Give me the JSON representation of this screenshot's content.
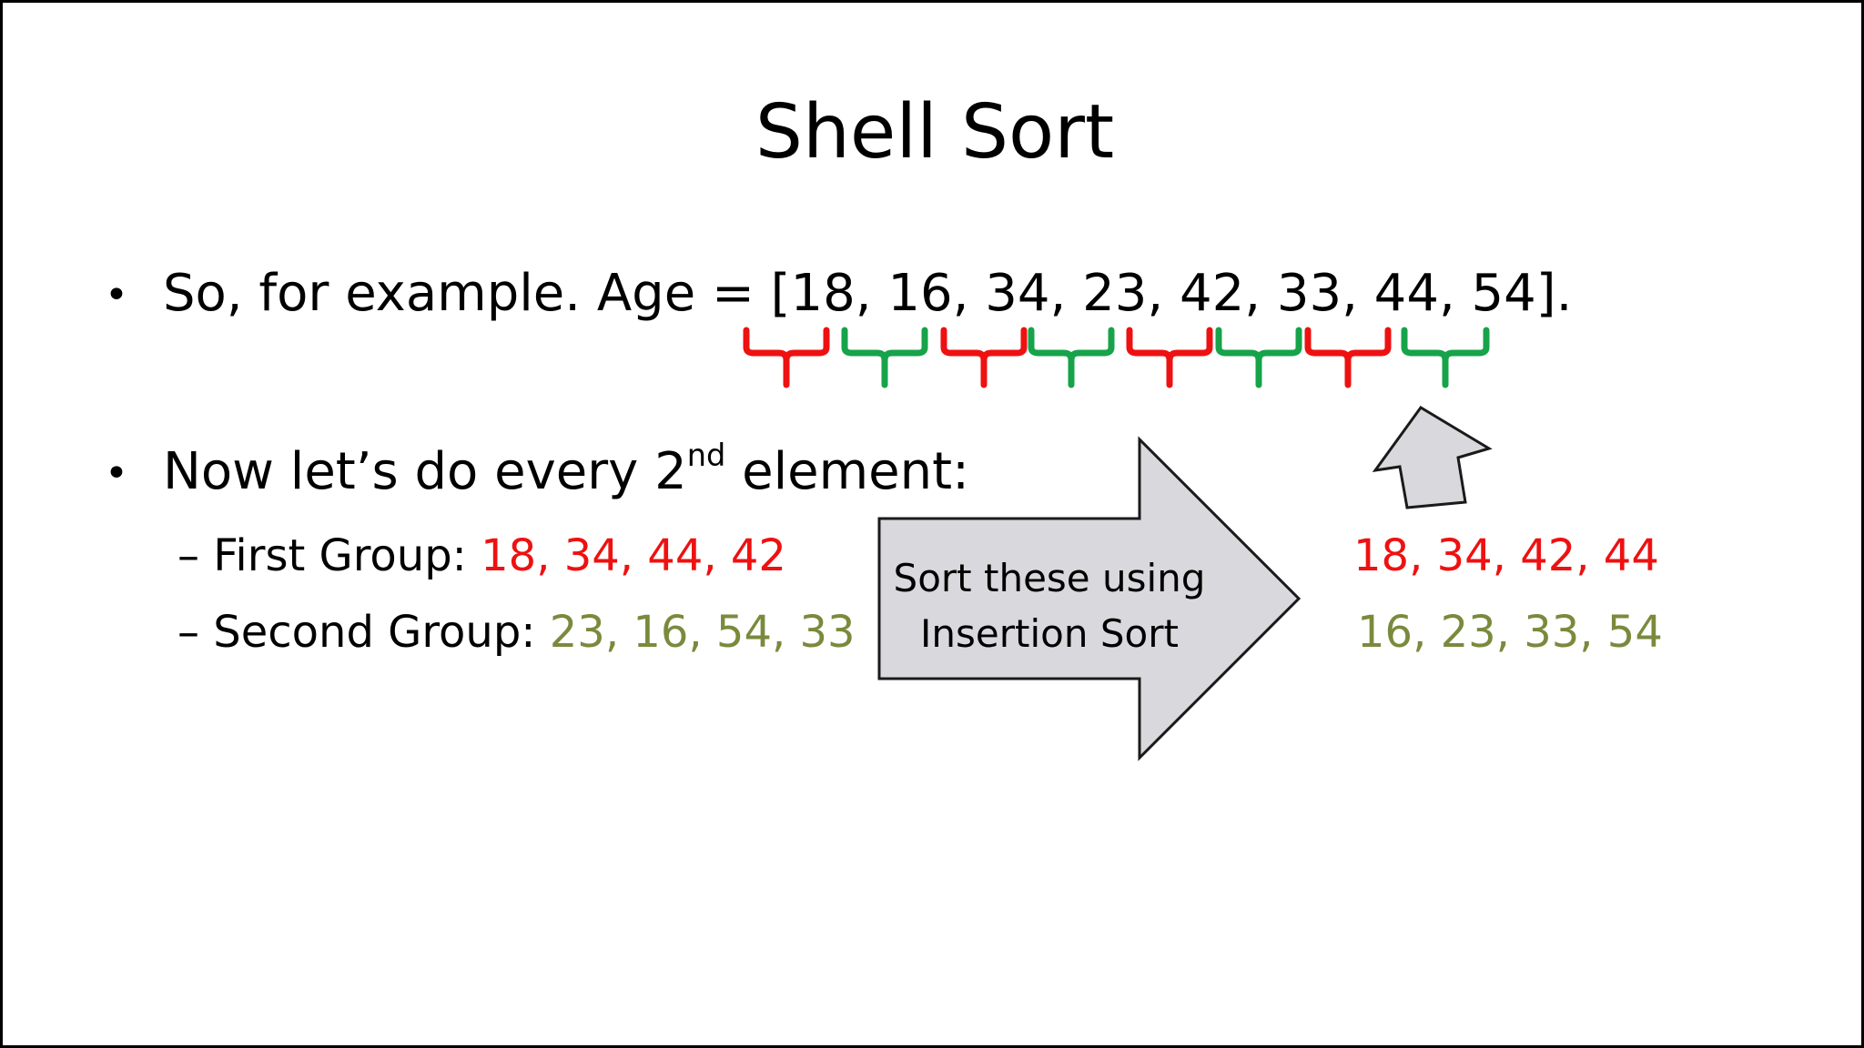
{
  "slide": {
    "title": "Shell Sort",
    "bullet1": {
      "marker": "•",
      "text": "So, for example. Age = [18, 16, 34, 23, 42, 33, 44, 54]."
    },
    "bullet2": {
      "marker": "•",
      "text_before": "Now let’s do every 2",
      "superscript": "nd",
      "text_after": " element:"
    },
    "sub1": {
      "dash": "–",
      "label": "First Group: ",
      "values": "18, 34, 44, 42"
    },
    "sub2": {
      "dash": "–",
      "label": "Second Group: ",
      "values": "23, 16, 54, 33"
    },
    "arrow_label": {
      "line1": "Sort these using",
      "line2": "Insertion Sort"
    },
    "sorted1": "18, 34, 42, 44",
    "sorted2": "16, 23, 33, 54"
  },
  "colors": {
    "group1": "#ee1111",
    "group2": "#7a8a3d",
    "bracket_red": "#ee1111",
    "bracket_green": "#16a34a",
    "arrow_fill": "#d9d9dd",
    "arrow_stroke": "#1a1a1a"
  },
  "brackets": [
    "red",
    "green",
    "red",
    "green",
    "red",
    "green",
    "red",
    "green"
  ]
}
